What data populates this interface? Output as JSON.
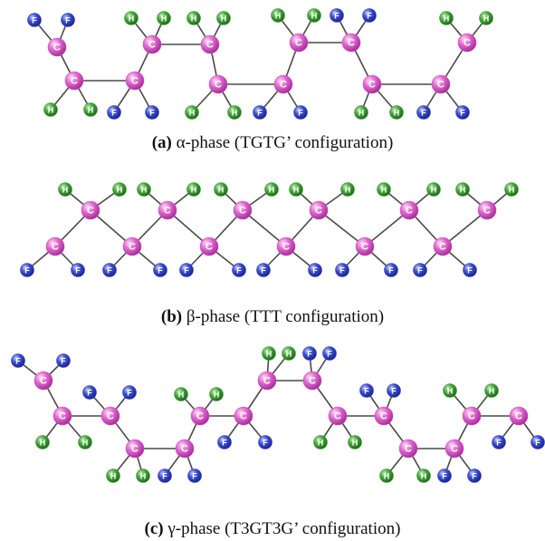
{
  "colors": {
    "carbon": "#d64fc4",
    "hydrogen": "#3f9a36",
    "fluorine": "#2f3fb8"
  },
  "atom_labels": {
    "carbon": "C",
    "hydrogen": "H",
    "fluorine": "F"
  },
  "captions": {
    "alpha": {
      "label": "(a)",
      "text": "α-phase (TGTG’ configuration)"
    },
    "beta": {
      "label": "(b)",
      "text": "β-phase (TTT configuration)"
    },
    "gamma": {
      "label": "(c)",
      "text": "γ-phase (T3GT3G’ configuration)"
    }
  }
}
